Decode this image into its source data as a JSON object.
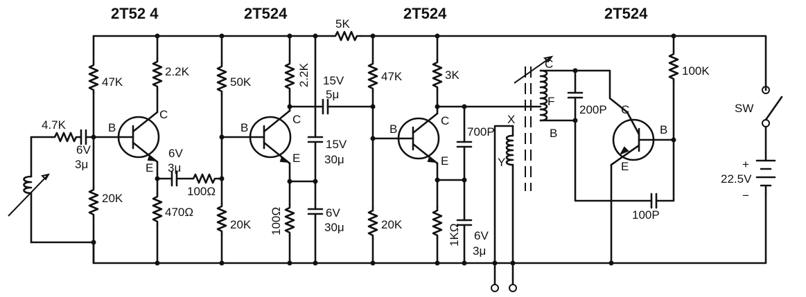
{
  "transistor_labels": [
    "2T52 4",
    "2T524",
    "2T524",
    "2T524"
  ],
  "pin_labels": {
    "base": "B",
    "collector": "C",
    "emitter": "E"
  },
  "resistors": {
    "r_in": "4.7K",
    "r1": "47K",
    "r2": "20K",
    "r3": "2.2K",
    "r4": "470Ω",
    "r5": "100Ω",
    "r6": "50K",
    "r7": "20K",
    "r8": "2.2K",
    "r9": "100Ω",
    "r10": "5K",
    "r11": "47K",
    "r12": "20K",
    "r13": "3K",
    "r14": "1KΩ",
    "r15": "100K"
  },
  "capacitors": {
    "c1_v": "6V",
    "c1_c": "3μ",
    "c2_v": "6V",
    "c2_c": "3μ",
    "c3_v": "15V",
    "c3_c": "5μ",
    "c4_v": "15V",
    "c4_c": "30μ",
    "c5_v": "6V",
    "c5_c": "30μ",
    "c6": "700P",
    "c7_v": "6V",
    "c7_c": "3μ",
    "c8": "200P",
    "c9": "100P"
  },
  "transformer": {
    "c": "C",
    "f": "F",
    "b": "B",
    "x": "X",
    "y": "Y"
  },
  "switch_label": "SW",
  "battery": {
    "voltage": "22.5V",
    "plus": "+",
    "minus": "−"
  }
}
